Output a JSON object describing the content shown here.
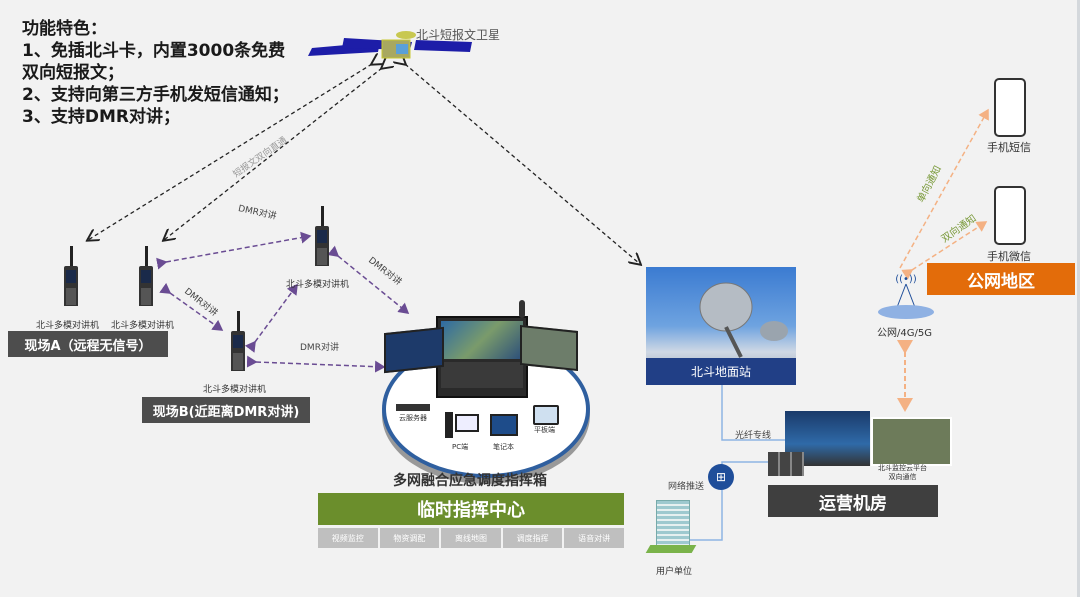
{
  "features": {
    "title": "功能特色：",
    "lines": [
      "1、免插北斗卡，内置3000条免费",
      "双向短报文；",
      "2、支持向第三方手机发短信通知；",
      "3、支持DMR对讲；"
    ]
  },
  "satellite": {
    "label": "北斗短报文卫星"
  },
  "edges": {
    "sms_direct": "短报文双向直通",
    "dmr": "DMR对讲",
    "fiber": "光纤专线",
    "net_push": "网络推送",
    "one_way": "单向通知",
    "two_way": "双向通知"
  },
  "radios": {
    "label": "北斗多模对讲机"
  },
  "sites": {
    "site_a": "现场A（远程无信号）",
    "site_b": "现场B(近距离DMR对讲)"
  },
  "command_box": {
    "title": "多网融合应急调度指挥箱",
    "devices": [
      "云服务器",
      "PC端",
      "笔记本",
      "平板端"
    ],
    "center_label": "临时指挥中心",
    "functions": [
      "视频监控",
      "物资调配",
      "离线地图",
      "调度指挥",
      "语音对讲"
    ]
  },
  "ground_station": {
    "label": "北斗地面站"
  },
  "ops_room": {
    "label": "运营机房",
    "platform_line1": "北斗监控云平台",
    "platform_line2": "双向通信"
  },
  "user_unit": {
    "label": "用户单位"
  },
  "public_net": {
    "area_label": "公网地区",
    "tower_label": "公网/4G/5G",
    "phone_sms": "手机短信",
    "phone_wechat": "手机微信"
  },
  "colors": {
    "dmr_arrow": "#6a4c93",
    "sat_arrow": "#222222",
    "public_arrow": "#f4b183",
    "center_green": "#6b8e2c",
    "public_orange": "#e36c0a",
    "ground_blue": "#213f86",
    "fiber_line": "#8eb4e3"
  }
}
